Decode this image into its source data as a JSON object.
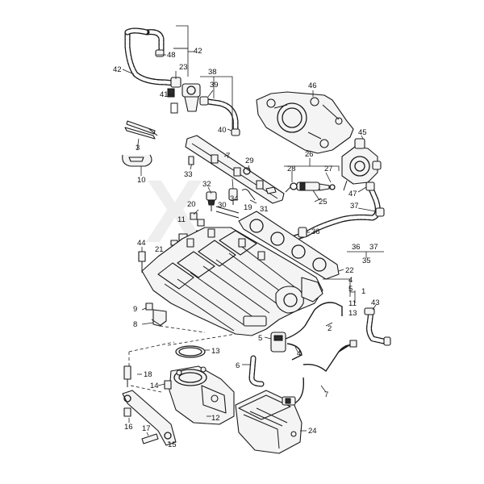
{
  "diagram": {
    "watermark": "X",
    "callouts": {
      "c1": "1",
      "c2": "2",
      "c3": "3",
      "c4": "4",
      "c4b": "4",
      "c5": "5",
      "c5b": "5",
      "c6": "6",
      "c7": "7",
      "c7b": "7",
      "c8": "8",
      "c9": "9",
      "c10": "10",
      "c11": "11",
      "c12": "12",
      "c13": "13",
      "c13b": "13",
      "c14": "14",
      "c15": "15",
      "c16": "16",
      "c17": "17",
      "c18": "18",
      "c19": "19",
      "c20": "20",
      "c21": "21",
      "c22": "22",
      "c23": "23",
      "c24": "24",
      "c25": "25",
      "c26": "26",
      "c27": "27",
      "c28": "28",
      "c29": "29",
      "c30": "30",
      "c31": "31",
      "c32": "32",
      "c33": "33",
      "c34": "34",
      "c35": "35",
      "c36": "36",
      "c36b": "36",
      "c37": "37",
      "c37b": "37",
      "c38": "38",
      "c39": "39",
      "c40": "40",
      "c41": "41",
      "c42": "42",
      "c42b": "42",
      "c43": "43",
      "c44": "44",
      "c45": "45",
      "c46": "46",
      "c47": "47",
      "c48": "48"
    }
  }
}
